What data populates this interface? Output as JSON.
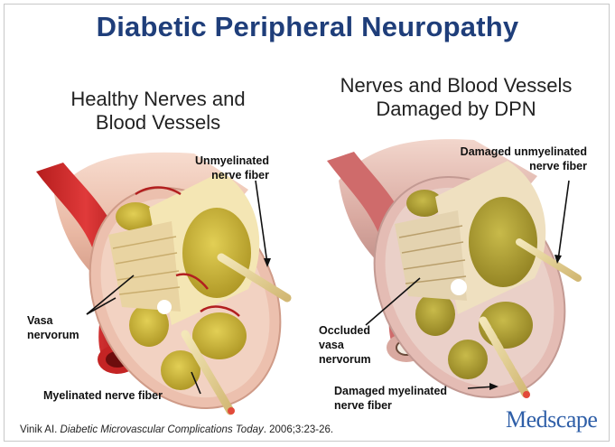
{
  "title": "Diabetic Peripheral Neuropathy",
  "panels": {
    "healthy": {
      "title_line1": "Healthy Nerves and",
      "title_line2": "Blood Vessels",
      "labels": {
        "unmyelinated_1": "Unmyelinated",
        "unmyelinated_2": "nerve fiber",
        "vasa_1": "Vasa",
        "vasa_2": "nervorum",
        "myelinated": "Myelinated nerve fiber"
      }
    },
    "damaged": {
      "title_line1": "Nerves and Blood Vessels",
      "title_line2": "Damaged by DPN",
      "labels": {
        "unmyelinated_1": "Damaged unmyelinated",
        "unmyelinated_2": "nerve fiber",
        "vasa_1": "Occluded",
        "vasa_2": "vasa",
        "vasa_3": "nervorum",
        "myelinated_1": "Damaged myelinated",
        "myelinated_2": "nerve fiber"
      }
    }
  },
  "citation": {
    "author": "Vinik AI.",
    "journal": "Diabetic Microvascular Complications Today",
    "ref": ". 2006;3:23-26."
  },
  "logo": "Medscape",
  "colors": {
    "title": "#1f3e7a",
    "sheath": "#e8b7a4",
    "fascicle": "#c9b233",
    "vessel": "#d42c2c",
    "logo": "#2f5fa8"
  }
}
